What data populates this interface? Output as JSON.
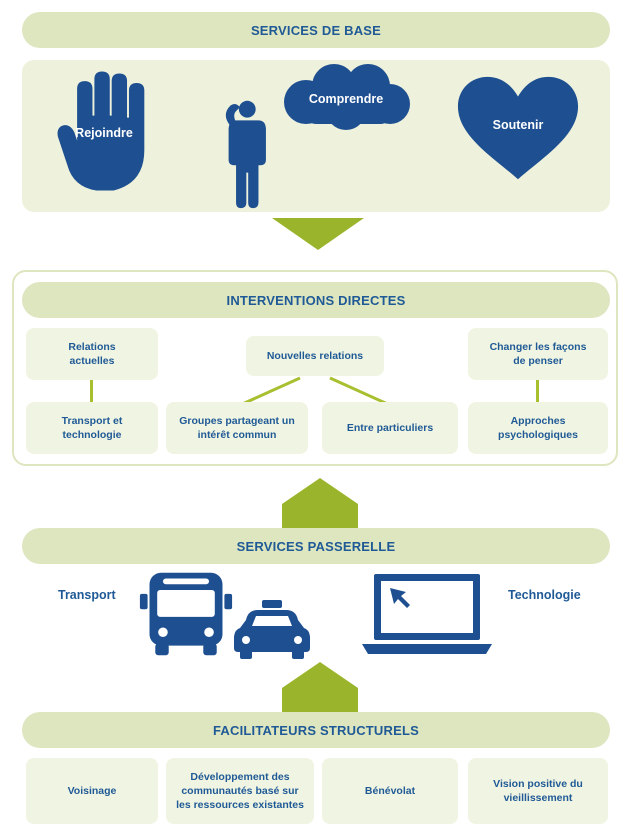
{
  "services_de_base": {
    "title": "SERVICES DE BASE",
    "items": [
      {
        "label": "Rejoindre",
        "icon": "hand-icon"
      },
      {
        "label": "Comprendre",
        "icon": "thinking-person-cloud-icon"
      },
      {
        "label": "Soutenir",
        "icon": "heart-icon"
      }
    ]
  },
  "interventions_directes": {
    "title": "INTERVENTIONS DIRECTES",
    "top": [
      "Relations actuelles",
      "Nouvelles relations",
      "Changer les façons de penser"
    ],
    "bottom": [
      "Transport et technologie",
      "Groupes partageant un intérêt commun",
      "Entre particuliers",
      "Approches psychologiques"
    ]
  },
  "services_passerelle": {
    "title": "SERVICES PASSERELLE",
    "left_label": "Transport",
    "right_label": "Technologie",
    "icons": [
      "bus-icon",
      "taxi-icon",
      "laptop-icon"
    ]
  },
  "facilitateurs_structurels": {
    "title": "FACILITATEURS STRUCTURELS",
    "items": [
      "Voisinage",
      "Développement des communautés basé sur les ressources existantes",
      "Bénévolat",
      "Vision positive du vieillissement"
    ]
  },
  "colors": {
    "navy": "#1d4f91",
    "light_green": "#dde6bf",
    "arrow_green": "#9ab52c"
  }
}
